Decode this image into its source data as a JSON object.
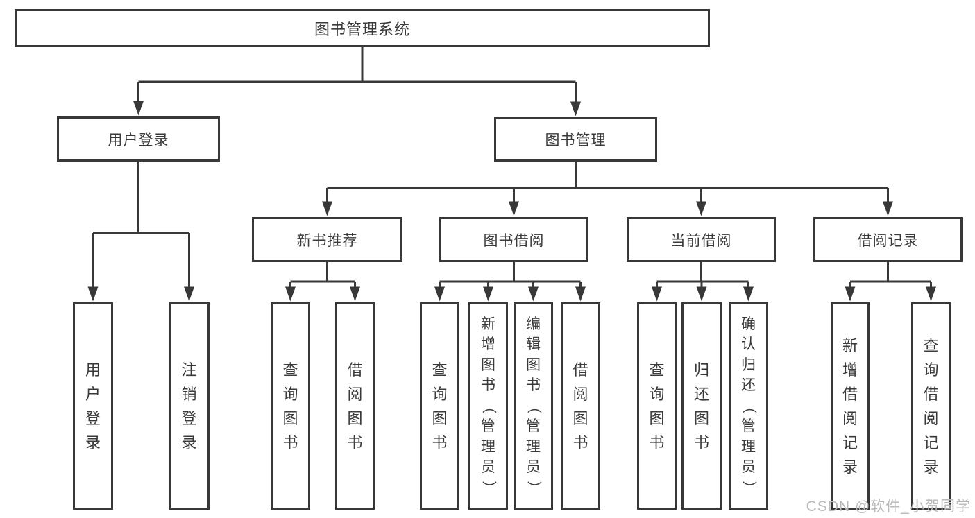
{
  "diagram": {
    "type": "hierarchy-tree",
    "root": {
      "label": "图书管理系统",
      "children": [
        {
          "label": "用户登录",
          "children": [
            {
              "label": "用户登录"
            },
            {
              "label": "注销登录"
            }
          ]
        },
        {
          "label": "图书管理",
          "children": [
            {
              "label": "新书推荐",
              "children": [
                {
                  "label": "查询图书"
                },
                {
                  "label": "借阅图书"
                }
              ]
            },
            {
              "label": "图书借阅",
              "children": [
                {
                  "label": "查询图书"
                },
                {
                  "label": "新增图书（管理员）"
                },
                {
                  "label": "编辑图书（管理员）"
                },
                {
                  "label": "借阅图书"
                }
              ]
            },
            {
              "label": "当前借阅",
              "children": [
                {
                  "label": "查询图书"
                },
                {
                  "label": "归还图书"
                },
                {
                  "label": "确认归还（管理员）"
                }
              ]
            },
            {
              "label": "借阅记录",
              "children": [
                {
                  "label": "新增借阅记录"
                },
                {
                  "label": "查询借阅记录"
                }
              ]
            }
          ]
        }
      ]
    }
  },
  "watermark": {
    "text": "CSDN @软件_小贺同学",
    "color": "#b9b9b9"
  },
  "colors": {
    "line": "#383838",
    "box_border": "#383838",
    "text": "#3a3a3a",
    "background": "#ffffff"
  }
}
